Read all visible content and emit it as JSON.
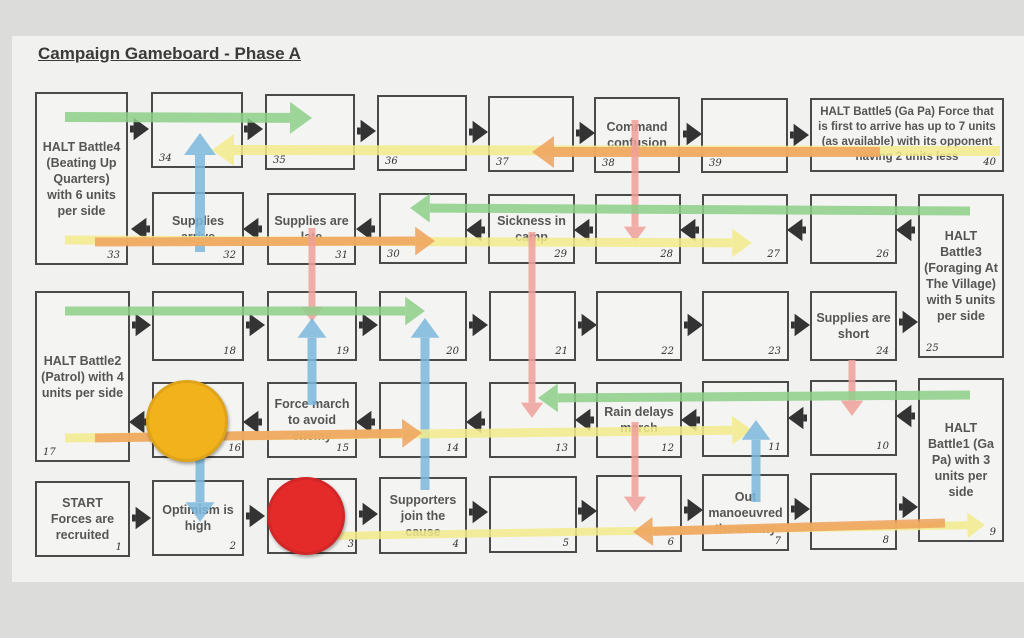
{
  "title": "Campaign Gameboard - Phase A",
  "cells": [
    {
      "num": "1",
      "label": "START Forces are recruited"
    },
    {
      "num": "2",
      "label": "Optimism is high"
    },
    {
      "num": "3",
      "label": ""
    },
    {
      "num": "4",
      "label": "Supporters join the cause"
    },
    {
      "num": "5",
      "label": ""
    },
    {
      "num": "6",
      "label": ""
    },
    {
      "num": "7",
      "label": "Out manoeuvred the enemy"
    },
    {
      "num": "8",
      "label": ""
    },
    {
      "num": "9",
      "label": "HALT Battle1 (Ga Pa) with 3 units per side"
    },
    {
      "num": "10",
      "label": ""
    },
    {
      "num": "11",
      "label": ""
    },
    {
      "num": "12",
      "label": "Rain delays march"
    },
    {
      "num": "13",
      "label": ""
    },
    {
      "num": "14",
      "label": ""
    },
    {
      "num": "15",
      "label": "Force march to avoid enemy"
    },
    {
      "num": "16",
      "label": ""
    },
    {
      "num": "17",
      "label": "HALT Battle2 (Patrol) with 4 units per side"
    },
    {
      "num": "18",
      "label": ""
    },
    {
      "num": "19",
      "label": ""
    },
    {
      "num": "20",
      "label": ""
    },
    {
      "num": "21",
      "label": ""
    },
    {
      "num": "22",
      "label": ""
    },
    {
      "num": "23",
      "label": ""
    },
    {
      "num": "24",
      "label": "Supplies are short"
    },
    {
      "num": "25",
      "label": "HALT Battle3 (Foraging At The Village) with 5 units per side"
    },
    {
      "num": "26",
      "label": ""
    },
    {
      "num": "27",
      "label": ""
    },
    {
      "num": "28",
      "label": ""
    },
    {
      "num": "29",
      "label": "Sickness in camp"
    },
    {
      "num": "30",
      "label": ""
    },
    {
      "num": "31",
      "label": "Supplies are late"
    },
    {
      "num": "32",
      "label": "Supplies arrive"
    },
    {
      "num": "33",
      "label": "HALT Battle4 (Beating Up Quarters) with 6 units per side"
    },
    {
      "num": "34",
      "label": ""
    },
    {
      "num": "35",
      "label": ""
    },
    {
      "num": "36",
      "label": ""
    },
    {
      "num": "37",
      "label": ""
    },
    {
      "num": "38",
      "label": "Command confusion"
    },
    {
      "num": "39",
      "label": ""
    },
    {
      "num": "40",
      "label": "HALT Battle5 (Ga Pa) Force that is first to arrive has up to 7 units (as available) with its opponent having 2 units less"
    }
  ],
  "tokens": [
    {
      "name": "yellow-token",
      "color": "#f2b21c",
      "on_cell": "16"
    },
    {
      "name": "red-token",
      "color": "#e52a2a",
      "on_cell": "3"
    }
  ],
  "colors": {
    "green": "#8fd08a",
    "yellow": "#f3ec8c",
    "orange": "#f0a35c",
    "blue": "#7cb9dc",
    "red": "#f0a09a",
    "path_arrow": "#333333"
  }
}
